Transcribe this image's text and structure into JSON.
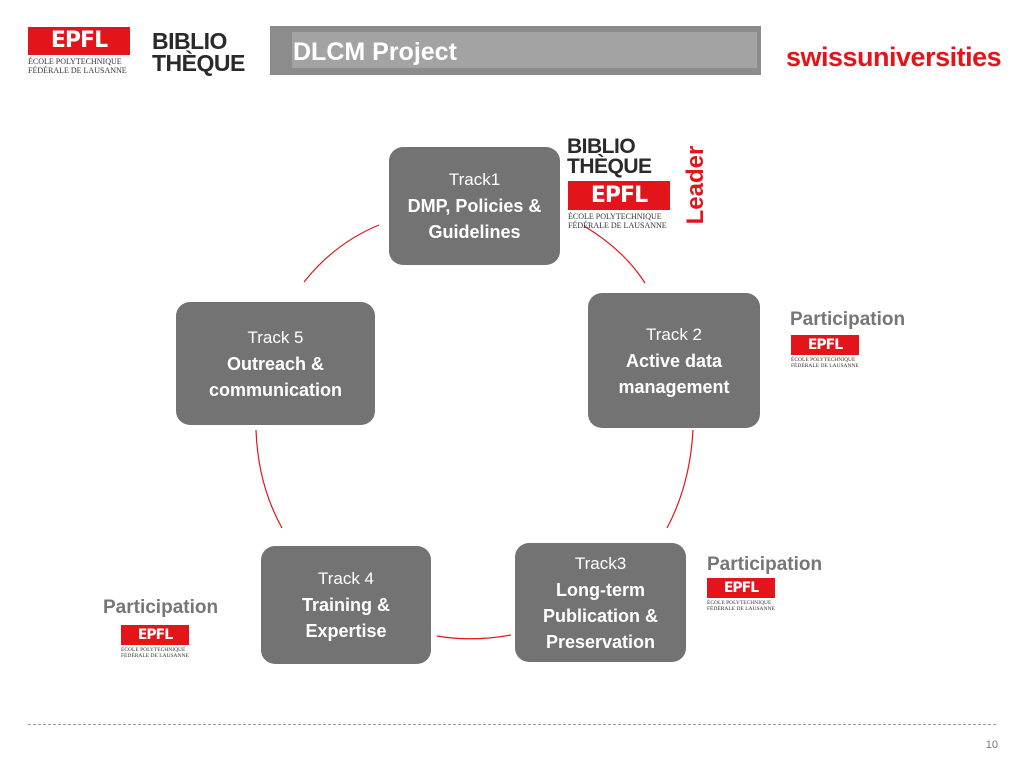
{
  "header": {
    "epfl_mark": "EPFL",
    "epfl_line1": "ÉCOLE POLYTECHNIQUE",
    "epfl_line2": "FÉDÉRALE DE LAUSANNE",
    "biblio_line1": "BIBLIO",
    "biblio_line2": "THÈQUE",
    "title": "DLCM Project",
    "partner": "swissuniversities"
  },
  "tracks": [
    {
      "number": "Track1",
      "description_lines": [
        "DMP, Policies &",
        "Guidelines"
      ]
    },
    {
      "number": "Track 2",
      "description_lines": [
        "Active data",
        "management"
      ]
    },
    {
      "number": "Track3",
      "description_lines": [
        "Long-term",
        "Publication &",
        "Preservation"
      ]
    },
    {
      "number": "Track 4",
      "description_lines": [
        "Training &",
        "Expertise"
      ]
    },
    {
      "number": "Track 5",
      "description_lines": [
        "Outreach &",
        "communication"
      ]
    }
  ],
  "roles": {
    "leader": "Leader",
    "participation": "Participation"
  },
  "footer": {
    "page_number": "10"
  },
  "colors": {
    "brand_red": "#e4141b",
    "track_box": "#737373",
    "title_bar": "#8c8c8c",
    "participation_text": "#767676"
  }
}
